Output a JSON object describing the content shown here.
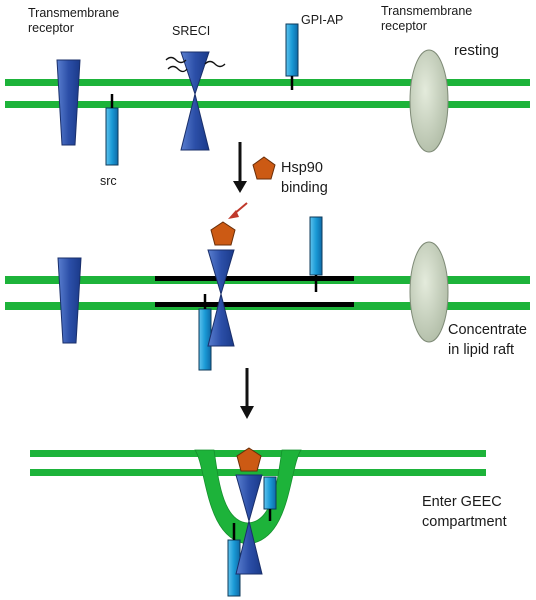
{
  "labels": {
    "transmembrane_receptor_left": [
      "Transmembrane",
      "receptor"
    ],
    "transmembrane_receptor_right": [
      "Transmembrane",
      "receptor"
    ],
    "sreci": "SRECI",
    "gpi_ap": "GPI-AP",
    "resting": "resting",
    "src": "src",
    "hsp90_binding": [
      "Hsp90",
      "binding"
    ],
    "concentrate_in_lipid_raft": [
      "Concentrate",
      "in lipid raft"
    ],
    "enter_geec_compartment": [
      "Enter GEEC",
      "compartment"
    ]
  },
  "colors": {
    "membrane": "#1db33a",
    "receptor_blue": "#2c4fa8",
    "src_cyan": "#1a9ad6",
    "hsp90": "#cc5a14",
    "oval": "#c8d4bf",
    "raft_black": "#000000",
    "arrow_black": "#111111",
    "arrow_red": "#c0392b"
  },
  "icons": {
    "hsp90_shape": "pentagon",
    "transmembrane_receptor_shape": "ellipse",
    "sreci_shape": "hourglass",
    "sugar_chains": "wavy-lines"
  }
}
